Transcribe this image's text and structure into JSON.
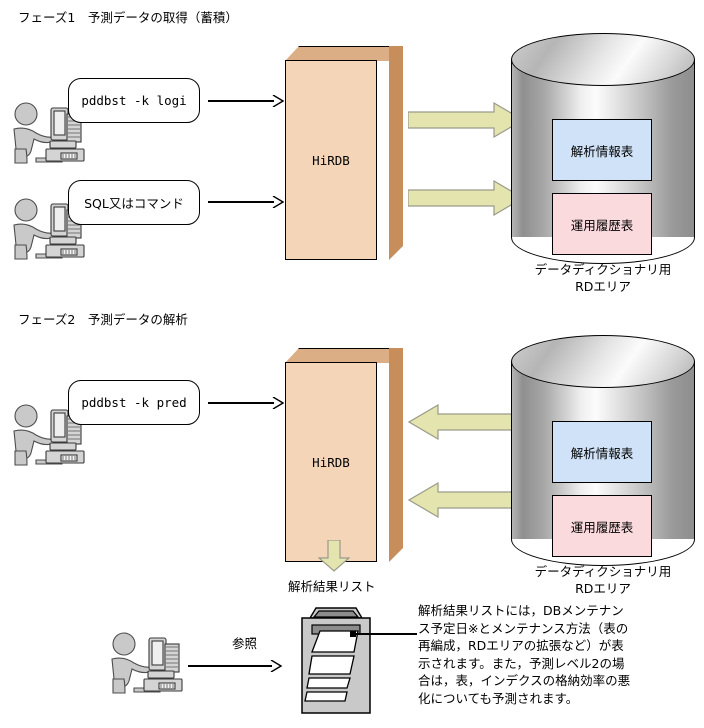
{
  "colors": {
    "hirdb_front": "#f5d5b8",
    "hirdb_side": "#c78d5a",
    "hirdb_top": "#dcae85",
    "arrow_fill": "#e4e4ae",
    "arrow_stroke": "#9a9a8a",
    "table_analysis_fill": "#cfe2f7",
    "table_history_fill": "#fadadd",
    "figure_gray": "#c9c9c9",
    "outline": "#000000",
    "background": "#ffffff"
  },
  "phase1": {
    "title": "フェーズ1　予測データの取得（蓄積）",
    "actors": [
      {
        "name": "operator-top",
        "bubble": "pddbst -k logi"
      },
      {
        "name": "operator-bottom",
        "bubble": "SQL又はコマンド"
      }
    ],
    "server": {
      "label": "HiRDB"
    },
    "storage": {
      "tables": [
        {
          "label": "解析情報表"
        },
        {
          "label": "運用履歴表"
        }
      ],
      "caption_line1": "データディクショナリ用",
      "caption_line2": "RDエリア"
    },
    "flow_direction": "right"
  },
  "phase2": {
    "title": "フェーズ2　予測データの解析",
    "actors": [
      {
        "name": "operator-top",
        "bubble": "pddbst -k pred"
      }
    ],
    "server": {
      "label": "HiRDB"
    },
    "storage": {
      "tables": [
        {
          "label": "解析情報表"
        },
        {
          "label": "運用履歴表"
        }
      ],
      "caption_line1": "データディクショナリ用",
      "caption_line2": "RDエリア"
    },
    "flow_direction": "left",
    "output": {
      "label": "解析結果リスト",
      "reference_label": "参照"
    },
    "annotation": {
      "line1": "解析結果リストには，DBメンテナン",
      "line2": "ス予定日※とメンテナンス方法（表の",
      "line3": "再編成，RDエリアの拡張など）が表",
      "line4": "示されます。また，予測レベル2の場",
      "line5": "合は，表，インデクスの格納効率の悪",
      "line6": "化についても予測されます。"
    }
  }
}
